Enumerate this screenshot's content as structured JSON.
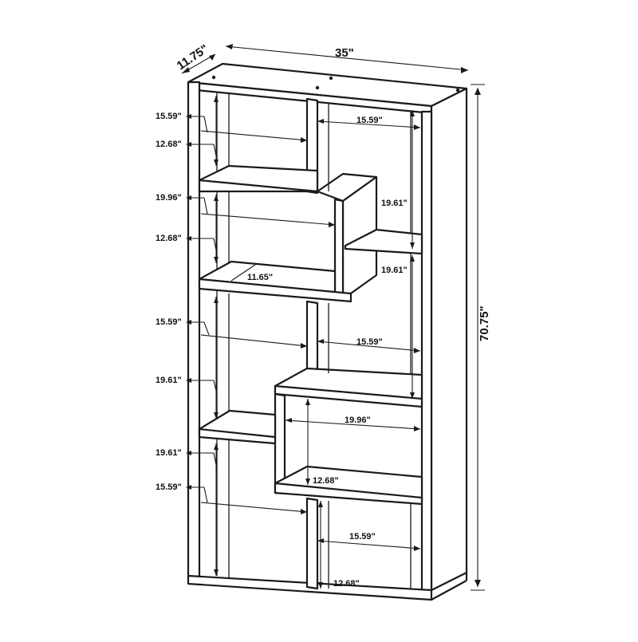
{
  "overall": {
    "depth": "11.75\"",
    "width": "35\"",
    "height": "70.75\""
  },
  "left_labels": [
    "15.59\"",
    "12.68\"",
    "19.96\"",
    "12.68\"",
    "15.59\"",
    "19.61\"",
    "19.61\"",
    "15.59\""
  ],
  "inner_labels": {
    "top_right_width": "15.59\"",
    "upper_right_height": "19.61\"",
    "mid_right_height": "19.61\"",
    "mid_left_width": "11.65\"",
    "mid_right_width": "15.59\"",
    "lower_box_width": "19.96\"",
    "lower_box_height": "12.68\"",
    "bottom_right_width": "15.59\"",
    "bottom_right_height": "12.68\""
  }
}
